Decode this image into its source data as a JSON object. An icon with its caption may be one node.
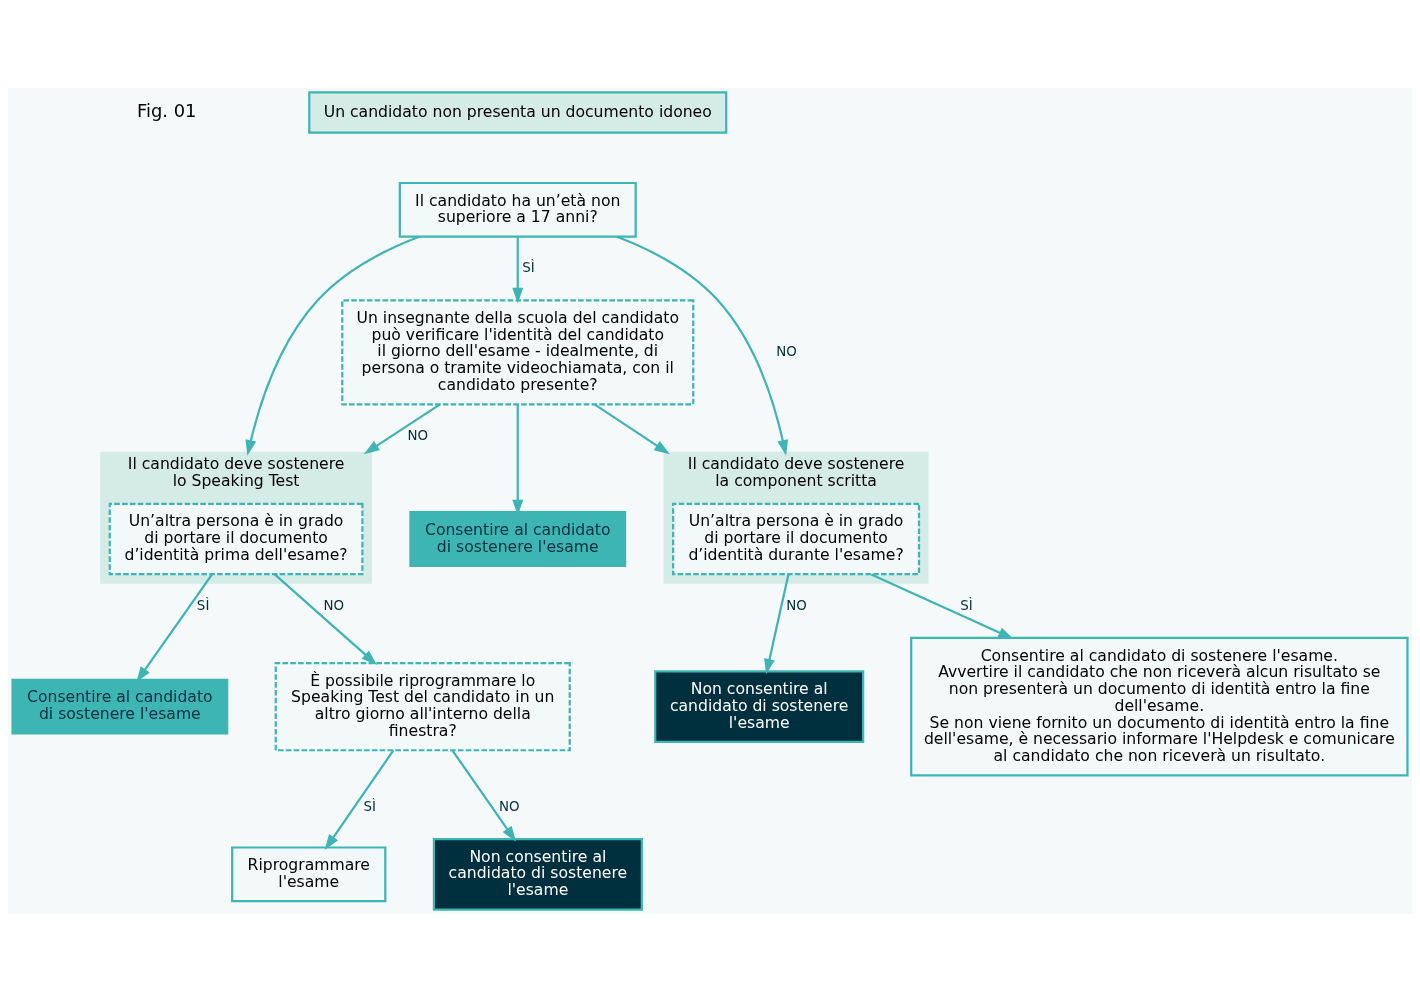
{
  "diagram": {
    "nodes": [
      {
        "text": [
          "Un candidato non presenta un documento idoneo"
        ]
      },
      {
        "text": [
          "Il candidato ha un’età non superiore a 17 anni?"
        ]
      },
      {
        "text": [
          "Un insegnante della scuola del candidato può verificare l'identità del candidato il giorno dell'esame - idealmente, di persona o tramite videochiamata, con il candidato presente?"
        ]
      },
      {
        "text": [
          "Consentire al candidato di sostenere l'esame"
        ]
      },
      {
        "text": [
          "Il candidato deve sostenere la component scritta"
        ]
      },
      {
        "text": [
          "Un’altra persona è in grado di portare il documento d’identità durante l'esame?"
        ],
        "in": 4
      },
      {
        "text": [
          "Non consentire al candidato di sostenere l'esame"
        ]
      },
      {
        "text": [
          "Consentire al candidato di sostenere l'esame.",
          "Avvertire il candidato che non riceverà alcun risultato se non presenterà un documento di identità entro la fine dell'esame.",
          "Se non viene fornito un documento di identità entro la fine dell'esame, è necessario informare l'Helpdesk e comunicare al candidato che non riceverà un risultato."
        ]
      },
      {
        "text": [
          "Il candidato deve sostenere lo Speaking Test"
        ]
      },
      {
        "text": [
          "Un’altra persona è in grado di portare il documento d’identità prima dell'esame?"
        ],
        "in": 8
      },
      {
        "text": [
          "Consentire al candidato di sostenere l'esame"
        ]
      },
      {
        "text": [
          "È possibile riprogrammare lo Speaking Test del candidato in un altro giorno all'interno della finestra?"
        ]
      },
      {
        "text": [
          "Riprogrammare l'esame"
        ]
      },
      {
        "text": [
          "Non consentire al candidato di sostenere l'esame"
        ]
      }
    ],
    "edges": [
      {
        "from": 1,
        "to": 2,
        "arrow": "to",
        "label": "SÌ"
      },
      {
        "from": 1,
        "to": 4,
        "arrow": "to",
        "label": "NO"
      },
      {
        "from": 1,
        "to": 8,
        "arrow": "to"
      },
      {
        "from": 2,
        "to": 4,
        "arrow": "to"
      },
      {
        "from": 2,
        "to": 8,
        "arrow": "to",
        "label": "NO"
      },
      {
        "from": 2,
        "to": 3,
        "arrow": "to"
      },
      {
        "from": 5,
        "to": 6,
        "arrow": "to",
        "label": "NO"
      },
      {
        "from": 5,
        "to": 7,
        "arrow": "to",
        "label": "SÌ"
      },
      {
        "from": 9,
        "to": 10,
        "arrow": "to",
        "label": "SÌ"
      },
      {
        "from": 9,
        "to": 11,
        "arrow": "to",
        "label": "NO"
      },
      {
        "from": 11,
        "to": 12,
        "arrow": "to",
        "label": "SÌ"
      },
      {
        "from": 11,
        "to": 13,
        "arrow": "to",
        "label": "NO"
      }
    ],
    "labels": [
      "Fig. 01"
    ]
  }
}
